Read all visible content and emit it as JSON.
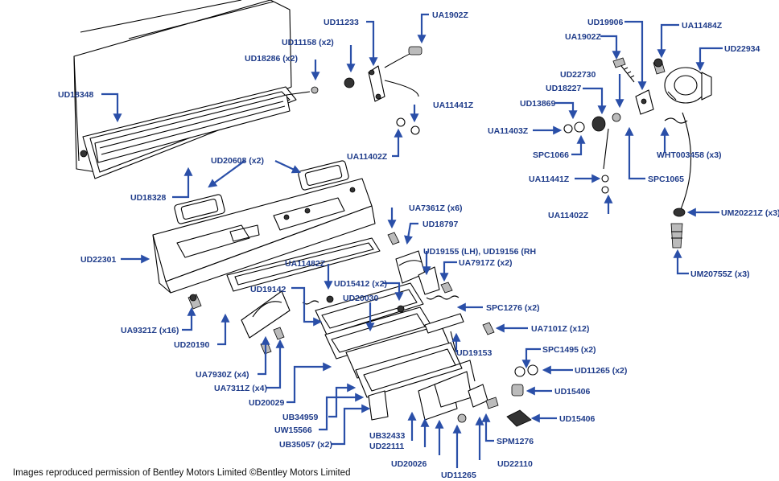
{
  "labels": {
    "l01": "UD11233",
    "l02": "UA1902Z",
    "l03": "UD11158 (x2)",
    "l04": "UD18286 (x2)",
    "l05": "UD18348",
    "l06": "UA11441Z",
    "l07": "UA11402Z",
    "l08": "UD20608 (x2)",
    "l09": "UD18328",
    "l10": "UA7361Z (x6)",
    "l11": "UD18797",
    "l12": "UD22301",
    "l13": "UD19155 (LH), UD19156 (RH",
    "l14": "UA11482Z",
    "l15": "UA7917Z (x2)",
    "l16": "UD15412 (x2)",
    "l17": "UD19142",
    "l18": "UD20030",
    "l19": "SPC1276 (x2)",
    "l20": "UA9321Z (x16)",
    "l21": "UA7101Z (x12)",
    "l22": "UD20190",
    "l23": "UD19153",
    "l24": "SPC1495 (x2)",
    "l25": "UA7930Z (x4)",
    "l26": "UD11265 (x2)",
    "l27": "UA7311Z (x4)",
    "l28": "UD15406",
    "l29": "UD20029",
    "l30": "UB34959",
    "l31": "UD15406",
    "l32": "UW15566",
    "l33": "SPM1276",
    "l34": "UB35057 (x2)",
    "l35": "UB32433",
    "l36": "UD22111",
    "l37": "UD20026",
    "l38": "UD22110",
    "l39": "UD11265",
    "l40": "UD19906",
    "l41": "UA11484Z",
    "l42": "UA1902Z",
    "l43": "UD22934",
    "l44": "UD22730",
    "l45": "UD18227",
    "l46": "UD13869",
    "l47": "UA11403Z",
    "l48": "SPC1066",
    "l49": "SPC1065",
    "l50": "WHT003458 (x3)",
    "l51": "UA11441Z",
    "l52": "UA11402Z",
    "l53": "UM20221Z (x3)",
    "l54": "UM20755Z (x3)"
  },
  "credit": "Images reproduced permission of Bentley Motors Limited ©Bentley Motors Limited",
  "colors": {
    "label": "#1f3c8a",
    "arrow": "#2a4fa8",
    "line": "#000000"
  }
}
